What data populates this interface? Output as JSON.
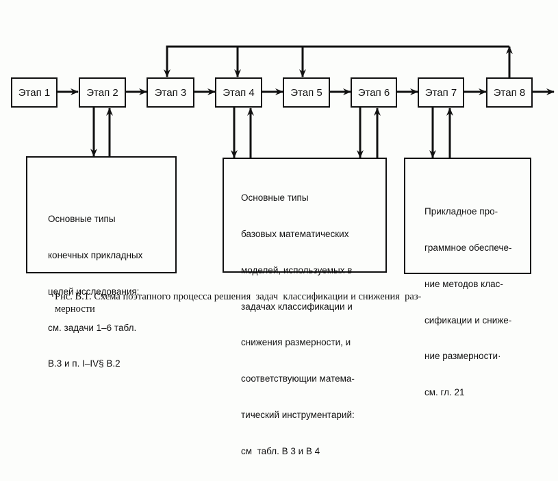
{
  "diagram": {
    "title": "Схема поэтапного процесса решения задач классификации и снижения размерности",
    "stages": [
      {
        "id": "stage-1",
        "label": "Этап 1"
      },
      {
        "id": "stage-2",
        "label": "Этап 2"
      },
      {
        "id": "stage-3",
        "label": "Этап 3"
      },
      {
        "id": "stage-4",
        "label": "Этап 4"
      },
      {
        "id": "stage-5",
        "label": "Этап 5"
      },
      {
        "id": "stage-6",
        "label": "Этап 6"
      },
      {
        "id": "stage-7",
        "label": "Этап 7"
      },
      {
        "id": "stage-8",
        "label": "Этап 8"
      }
    ],
    "info_boxes": [
      {
        "id": "info-goals",
        "linked_stage": "Этап 2",
        "lines": [
          "Основные типы",
          "конечных прикладных",
          "целей исследования:",
          "см. задачи 1–6 табл.",
          "В.3 и п. I–IV§ В.2"
        ]
      },
      {
        "id": "info-models",
        "linked_stages": [
          "Этап 4",
          "Этап 6"
        ],
        "lines": [
          "Основные типы",
          "базовых математических",
          "моделей, используемых в",
          "задачах классификации и",
          "снижения размерности, и",
          "соответствующии матема-",
          "тический инструментарий:",
          "см  табл. В 3 и В 4"
        ]
      },
      {
        "id": "info-software",
        "linked_stage": "Этап 7",
        "lines": [
          "Прикладное про-",
          "граммное обеспече-",
          "ние методов клас-",
          "сификации и сниже-",
          "ние размерности·",
          "см. гл. 21"
        ]
      }
    ],
    "connections": [
      {
        "from": "Этап 1",
        "to": "Этап 2",
        "type": "sequence"
      },
      {
        "from": "Этап 2",
        "to": "Этап 3",
        "type": "sequence"
      },
      {
        "from": "Этап 3",
        "to": "Этап 4",
        "type": "sequence"
      },
      {
        "from": "Этап 4",
        "to": "Этап 5",
        "type": "sequence"
      },
      {
        "from": "Этап 5",
        "to": "Этап 6",
        "type": "sequence"
      },
      {
        "from": "Этап 6",
        "to": "Этап 7",
        "type": "sequence"
      },
      {
        "from": "Этап 7",
        "to": "Этап 8",
        "type": "sequence"
      },
      {
        "from": "Этап 8",
        "to": "output",
        "type": "sequence"
      },
      {
        "from": "Этап 8",
        "to": [
          "Этап 3",
          "Этап 4",
          "Этап 5"
        ],
        "type": "feedback"
      },
      {
        "from": "Этап 2",
        "to": "info-goals",
        "type": "bidirectional"
      },
      {
        "from": "Этап 4",
        "to": "info-models",
        "type": "bidirectional"
      },
      {
        "from": "Этап 6",
        "to": "info-models",
        "type": "bidirectional"
      },
      {
        "from": "Этап 7",
        "to": "info-software",
        "type": "bidirectional"
      }
    ]
  },
  "caption": {
    "line1": "Рнс. В.1. Схема поэтапного процесса решения  задач  классификации и снижения  раз-",
    "line2": "мерности"
  }
}
